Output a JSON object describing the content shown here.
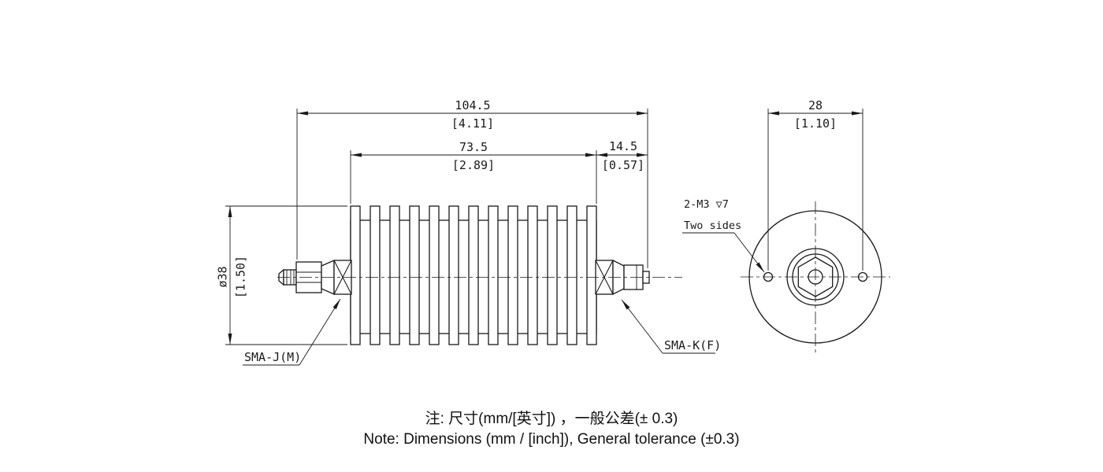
{
  "colors": {
    "line": "#1a1a1a",
    "background": "#ffffff"
  },
  "side_view": {
    "overall_mm": "104.5",
    "overall_in": "[4.11]",
    "body_mm": "73.5",
    "body_in": "[2.89]",
    "conn_mm": "14.5",
    "conn_in": "[0.57]",
    "dia_mm": "ø38",
    "dia_in": "[1.50]",
    "left_connector": "SMA-J(M)",
    "right_connector": "SMA-K(F)"
  },
  "end_view": {
    "spacing_mm": "28",
    "spacing_in": "[1.10]",
    "holes_label": "2-M3 ▽7",
    "holes_sublabel": "Two sides"
  },
  "notes": {
    "cn": "注: 尺寸(mm/[英寸]) ，一般公差(± 0.3)",
    "en": "Note: Dimensions (mm / [inch]), General tolerance (±0.3)"
  }
}
